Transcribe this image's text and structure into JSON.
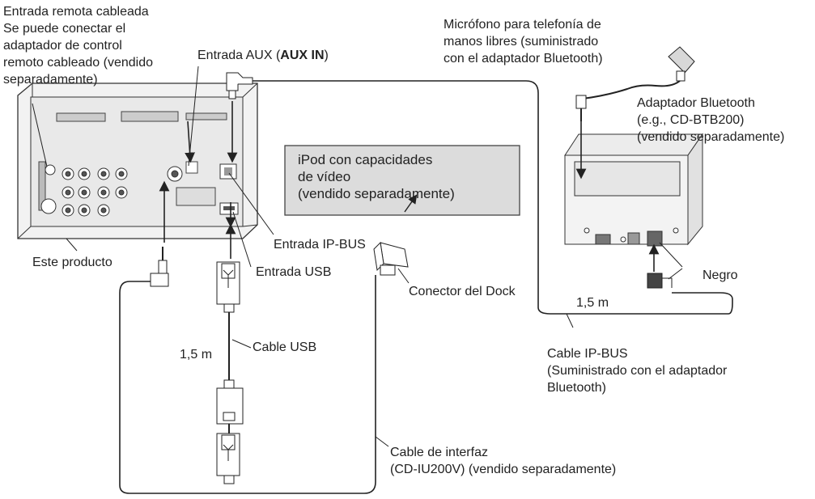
{
  "labels": {
    "wired_remote": "Entrada remota cableada\nSe puede conectar el\nadaptador de control\nremoto cableado (vendido\nseparadamente)",
    "aux_prefix": "Entrada AUX (",
    "aux_bold": "AUX IN",
    "aux_suffix": ")",
    "mic": "Micrófono para telefonía de\nmanos libres (suministrado\ncon el adaptador Bluetooth)",
    "bt_adapter": "Adaptador Bluetooth\n(e.g., CD-BTB200)\n(vendido separadamente)",
    "ipod": "iPod con capacidades\nde vídeo\n(vendido separadamente)",
    "ip_bus_input": "Entrada IP-BUS",
    "this_product": "Este producto",
    "usb_input": "Entrada USB",
    "dock_connector": "Conector del Dock",
    "black": "Negro",
    "len_ipbus": "1,5 m",
    "len_usb": "1,5 m",
    "usb_cable": "Cable USB",
    "ipbus_cable": "Cable IP-BUS\n(Suministrado con el adaptador\nBluetooth)",
    "interface_cable": "Cable de interfaz\n(CD-IU200V) (vendido separadamente)"
  }
}
